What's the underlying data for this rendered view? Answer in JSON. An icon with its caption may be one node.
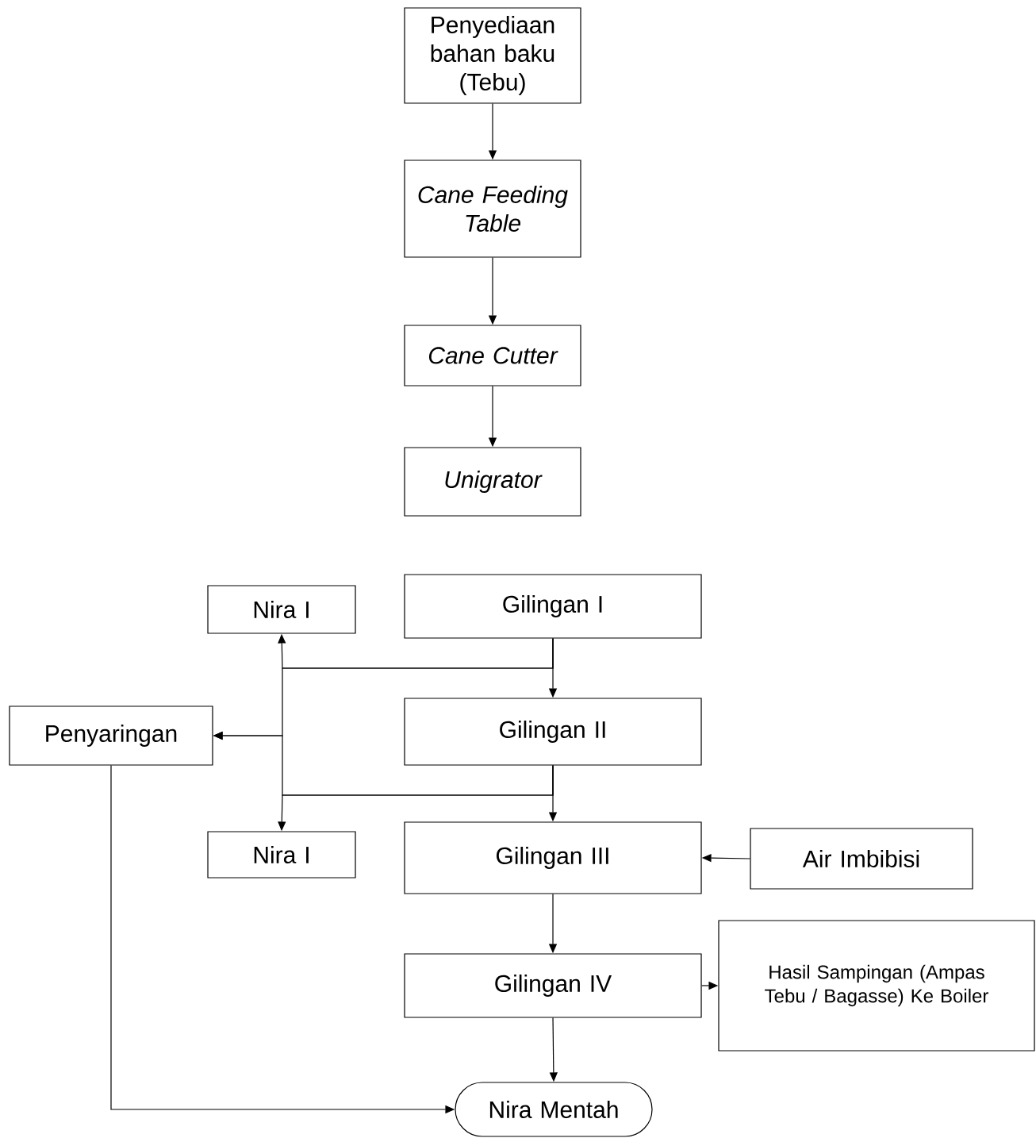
{
  "diagram": {
    "nodes": [
      {
        "text": [
          "Penyediaan bahan baku (Tebu)"
        ]
      },
      {
        "text": [
          "Cane Feeding Table"
        ]
      },
      {
        "text": [
          "Cane Cutter"
        ]
      },
      {
        "text": [
          "Unigrator"
        ]
      },
      {
        "text": [
          "Nira I"
        ]
      },
      {
        "text": [
          "Gilingan I"
        ]
      },
      {
        "text": [
          "Penyaringan"
        ]
      },
      {
        "text": [
          "Gilingan II"
        ]
      },
      {
        "text": [
          "Nira I"
        ]
      },
      {
        "text": [
          "Gilingan III"
        ]
      },
      {
        "text": [
          "Air Imbibisi"
        ]
      },
      {
        "text": [
          "Gilingan IV"
        ]
      },
      {
        "text": [
          "Hasil Sampingan (Ampas Tebu / Bagasse) Ke Boiler"
        ]
      },
      {
        "text": [
          "Nira Mentah"
        ]
      }
    ],
    "edges": [
      {
        "from": 0,
        "to": 1,
        "arrow": "to"
      },
      {
        "from": 1,
        "to": 2,
        "arrow": "to"
      },
      {
        "from": 2,
        "to": 3,
        "arrow": "to"
      },
      {
        "from": 5,
        "to": 7,
        "arrow": "to"
      },
      {
        "from": 5,
        "to": 4,
        "arrow": "to"
      },
      {
        "from": 5,
        "to": 6,
        "arrow": "to"
      },
      {
        "from": 7,
        "to": 9,
        "arrow": "to"
      },
      {
        "from": 7,
        "to": 8,
        "arrow": "to"
      },
      {
        "from": 7,
        "to": 6,
        "arrow": "to"
      },
      {
        "from": 10,
        "to": 9,
        "arrow": "to"
      },
      {
        "from": 9,
        "to": 11,
        "arrow": "to"
      },
      {
        "from": 11,
        "to": 12,
        "arrow": "to"
      },
      {
        "from": 11,
        "to": 13,
        "arrow": "to"
      },
      {
        "from": 6,
        "to": 13,
        "arrow": "to"
      }
    ]
  }
}
